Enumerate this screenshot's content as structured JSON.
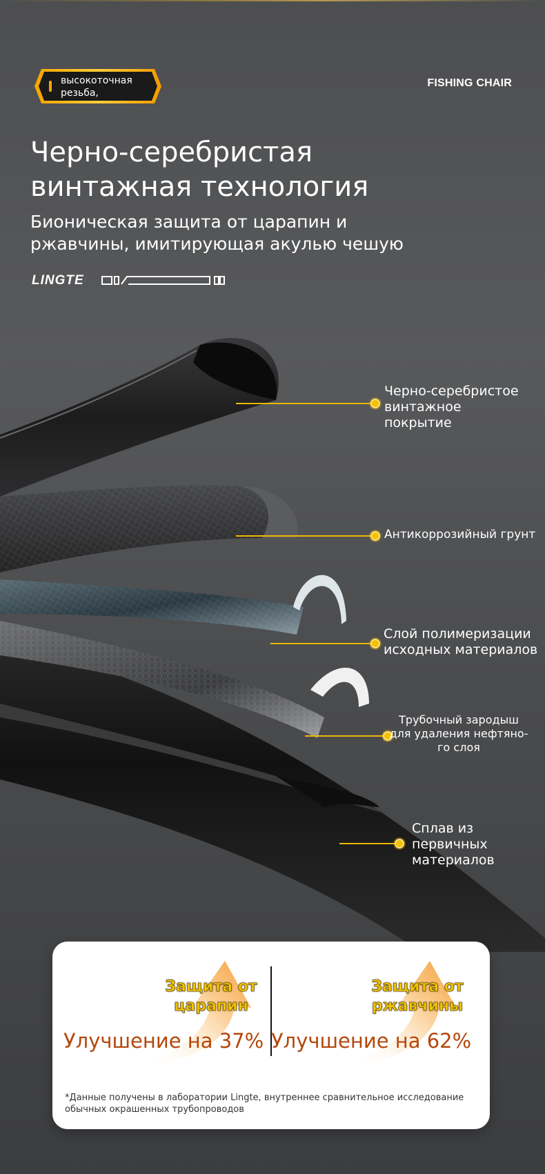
{
  "badge": {
    "text_line1": "высокоточная",
    "text_line2": "резьба,"
  },
  "brand_label": "FISHING CHAIR",
  "headline": {
    "line1": "Черно-серебристая",
    "line2": "винтажная технология"
  },
  "subhead": {
    "line1": "Бионическая защита от царапин и",
    "line2": "ржавчины, имитирующая акулью чешую"
  },
  "logo": {
    "word": "LINGTE"
  },
  "colors": {
    "accent": "#f2b705",
    "value_text": "#b5470b",
    "stat_title": "#f5c400",
    "card_bg": "#ffffff"
  },
  "layers": [
    {
      "line1": "Черно-серебристое",
      "line2": "винтажное",
      "line3": "покрытие"
    },
    {
      "line1": "Антикоррозийный грунт"
    },
    {
      "line1": "Слой полимеризации",
      "line2": "исходных материалов"
    },
    {
      "line1": "Трубочный зародыш",
      "line2": "для удаления нефтяно-",
      "line3": "го слоя"
    },
    {
      "line1": "Сплав из",
      "line2": "первичных",
      "line3": "материалов"
    }
  ],
  "stats": [
    {
      "title_line1": "Защита от",
      "title_line2": "царапин",
      "value": "Улучшение на 37%",
      "icon": "arrow-up-icon"
    },
    {
      "title_line1": "Защита от",
      "title_line2": "ржавчины",
      "value": "Улучшение на 62%",
      "icon": "arrow-up-icon"
    }
  ],
  "footnote": {
    "line1": "*Данные получены в лаборатории Lingte, внутреннее сравнительное исследование",
    "line2": "обычных окрашенных трубопроводов"
  }
}
